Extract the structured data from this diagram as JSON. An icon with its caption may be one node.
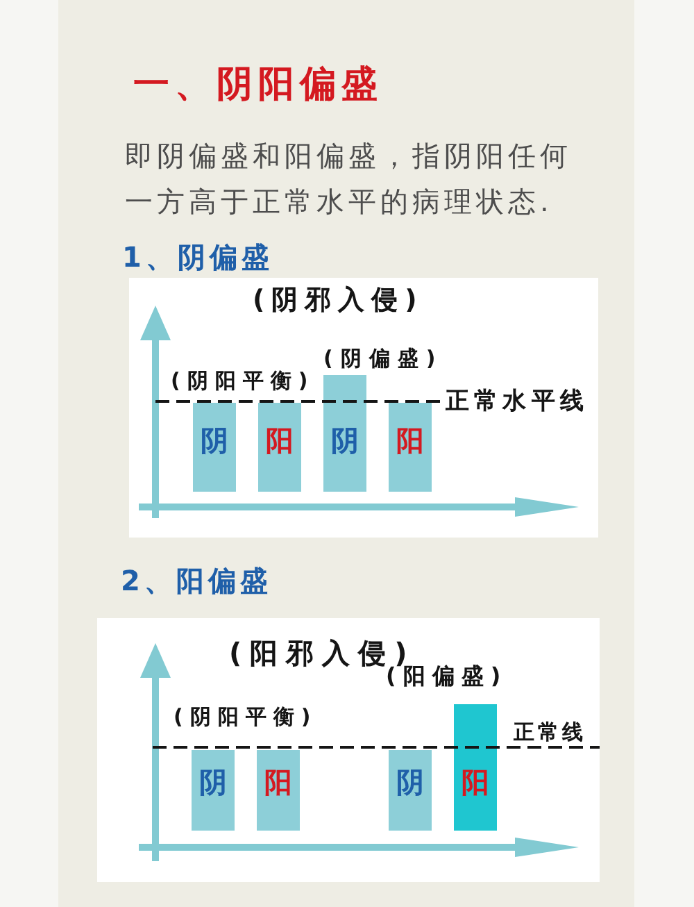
{
  "diagram": {
    "title": "一、阴阳偏盛",
    "nodes": [
      {
        "text": [
          "(阴邪入侵)"
        ]
      },
      {
        "text": [
          "阴"
        ],
        "in": 0
      },
      {
        "text": [
          "阳"
        ],
        "in": 0
      },
      {
        "text": [
          "阴"
        ],
        "in": 0,
        "beside": [
          "(阴偏盛)"
        ]
      },
      {
        "text": [
          "阳"
        ],
        "in": 0
      },
      {
        "text": [
          "(阳邪入侵)"
        ]
      },
      {
        "text": [
          "阴"
        ],
        "in": 5
      },
      {
        "text": [
          "阳"
        ],
        "in": 5
      },
      {
        "text": [
          "阴"
        ],
        "in": 5
      },
      {
        "text": [
          "阳"
        ],
        "in": 5,
        "beside": [
          "(阳偏盛)"
        ]
      }
    ],
    "labels": [
      "即阴偏盛和阳偏盛，指阴阳任何一方高于正常水平的病理状态.",
      "1、阴偏盛",
      "(阴阳平衡)",
      "正常水平线",
      "2、阳偏盛",
      "(阴阳平衡)",
      "正常线"
    ]
  }
}
